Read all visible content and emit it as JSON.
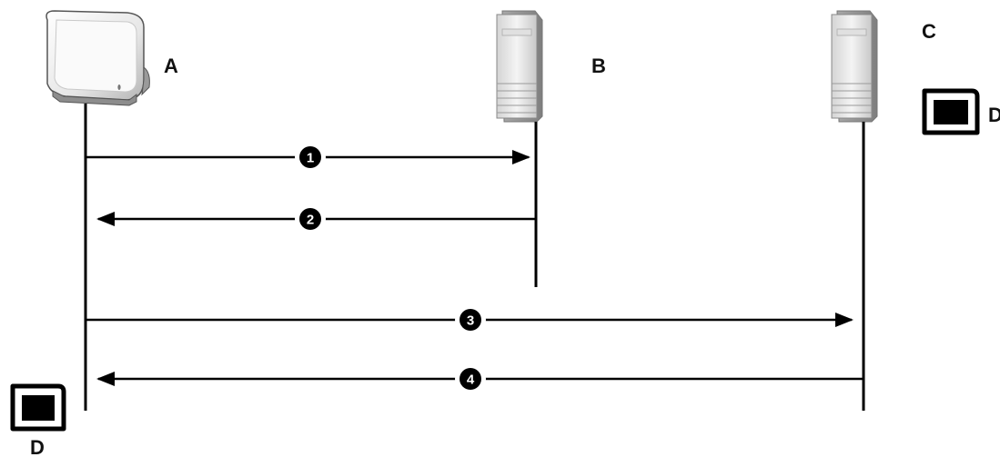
{
  "nodes": {
    "a": {
      "label": "A",
      "icon": "wireless-access-point-icon"
    },
    "b": {
      "label": "B",
      "icon": "server-tower-icon"
    },
    "c": {
      "label": "C",
      "icon": "server-tower-icon"
    },
    "d_right": {
      "label": "D",
      "icon": "memory-card-icon"
    },
    "d_bottom": {
      "label": "D",
      "icon": "memory-card-icon"
    }
  },
  "steps": [
    {
      "number": "1",
      "direction": "A to B"
    },
    {
      "number": "2",
      "direction": "B to A"
    },
    {
      "number": "3",
      "direction": "A to C"
    },
    {
      "number": "4",
      "direction": "C to A"
    }
  ],
  "colors": {
    "line": "#000000",
    "device_light": "#f2f2f2",
    "device_shade": "#9a9a9a"
  }
}
